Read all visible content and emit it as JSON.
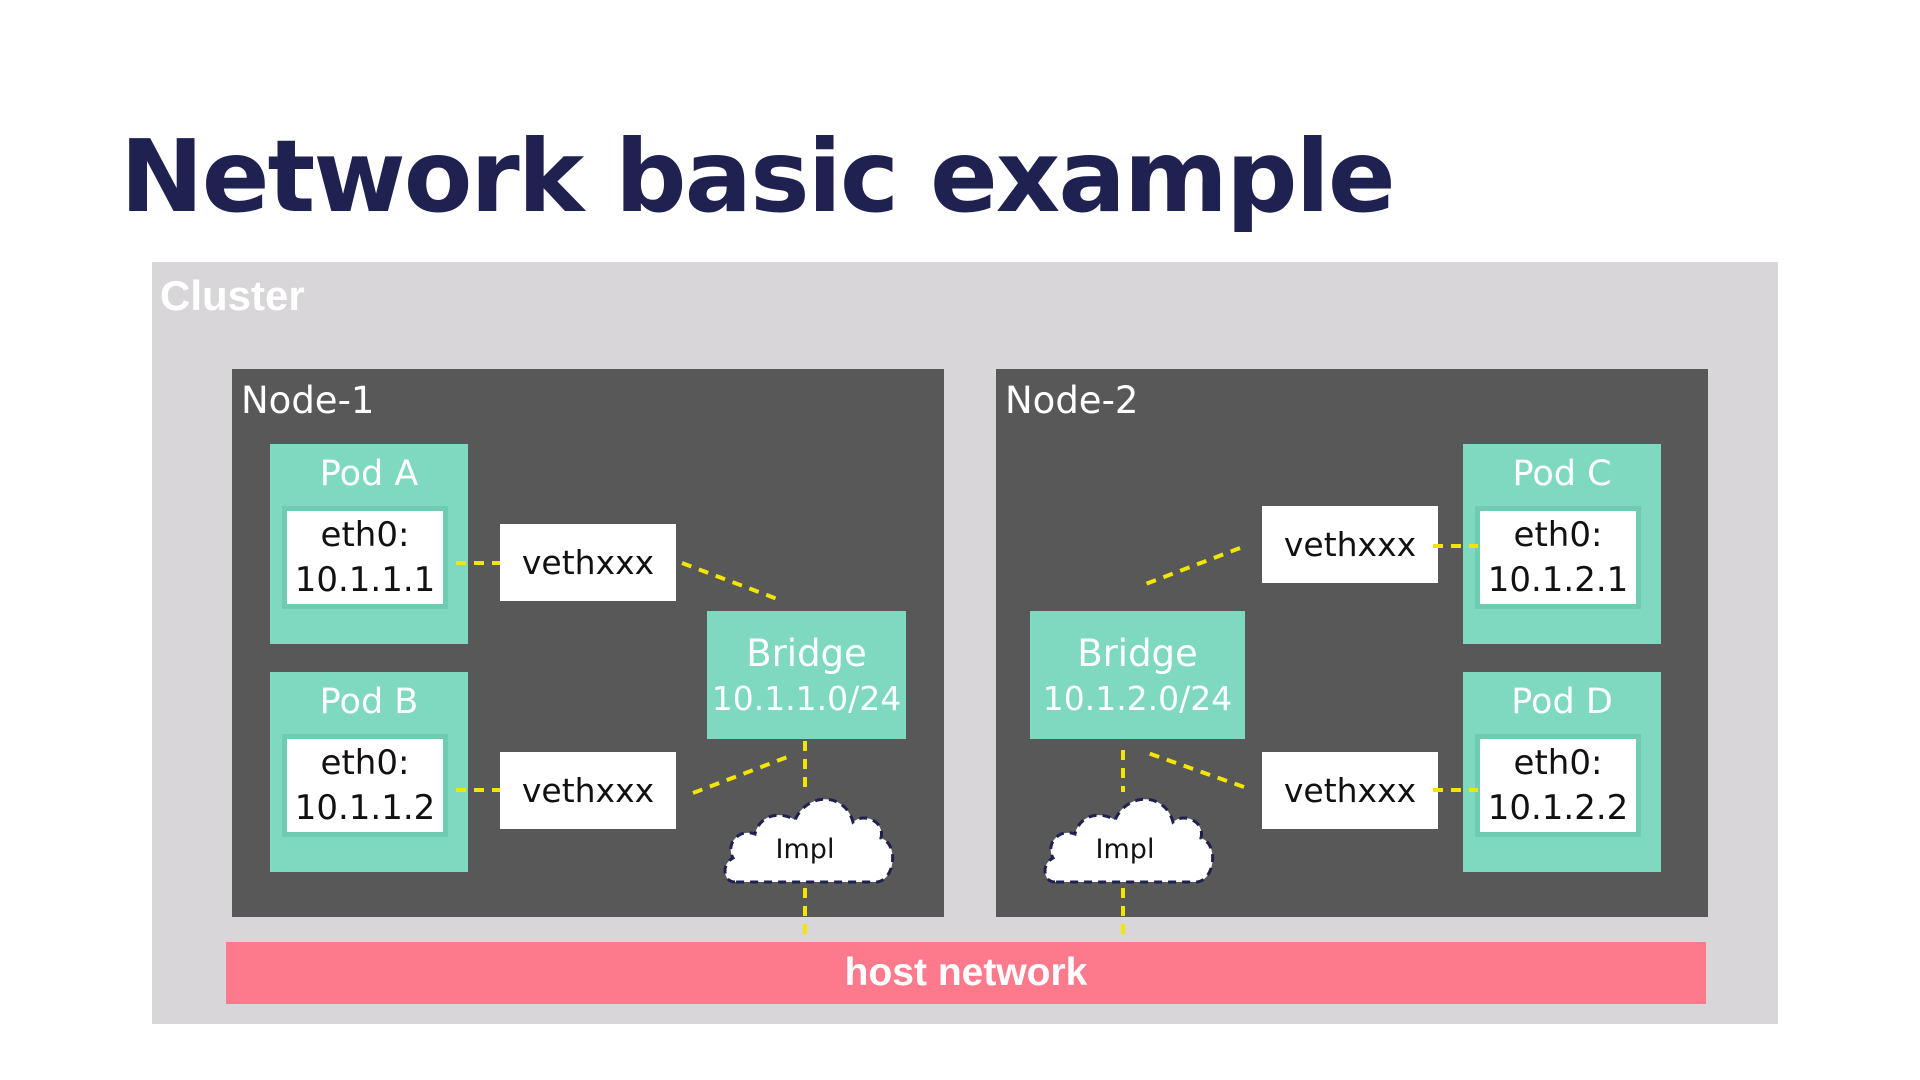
{
  "title": "Network basic example",
  "cluster": {
    "label": "Cluster"
  },
  "nodes": [
    {
      "label": "Node-1",
      "pods": [
        {
          "label": "Pod A",
          "eth": "eth0:\n10.1.1.1"
        },
        {
          "label": "Pod B",
          "eth": "eth0:\n10.1.1.2"
        }
      ],
      "veths": [
        "vethxxx",
        "vethxxx"
      ],
      "bridge": {
        "name": "Bridge",
        "cidr": "10.1.1.0/24"
      },
      "impl": "Impl"
    },
    {
      "label": "Node-2",
      "pods": [
        {
          "label": "Pod C",
          "eth": "eth0:\n10.1.2.1"
        },
        {
          "label": "Pod D",
          "eth": "eth0:\n10.1.2.2"
        }
      ],
      "veths": [
        "vethxxx",
        "vethxxx"
      ],
      "bridge": {
        "name": "Bridge",
        "cidr": "10.1.2.0/24"
      },
      "impl": "Impl"
    }
  ],
  "host_network": "host network",
  "colors": {
    "title": "#1f2150",
    "cluster_bg": "#d8d6d8",
    "node_bg": "#585858",
    "pod_bg": "#7fd8c0",
    "host_network": "#fd7a8c",
    "link_dashes": "#f2e600"
  }
}
